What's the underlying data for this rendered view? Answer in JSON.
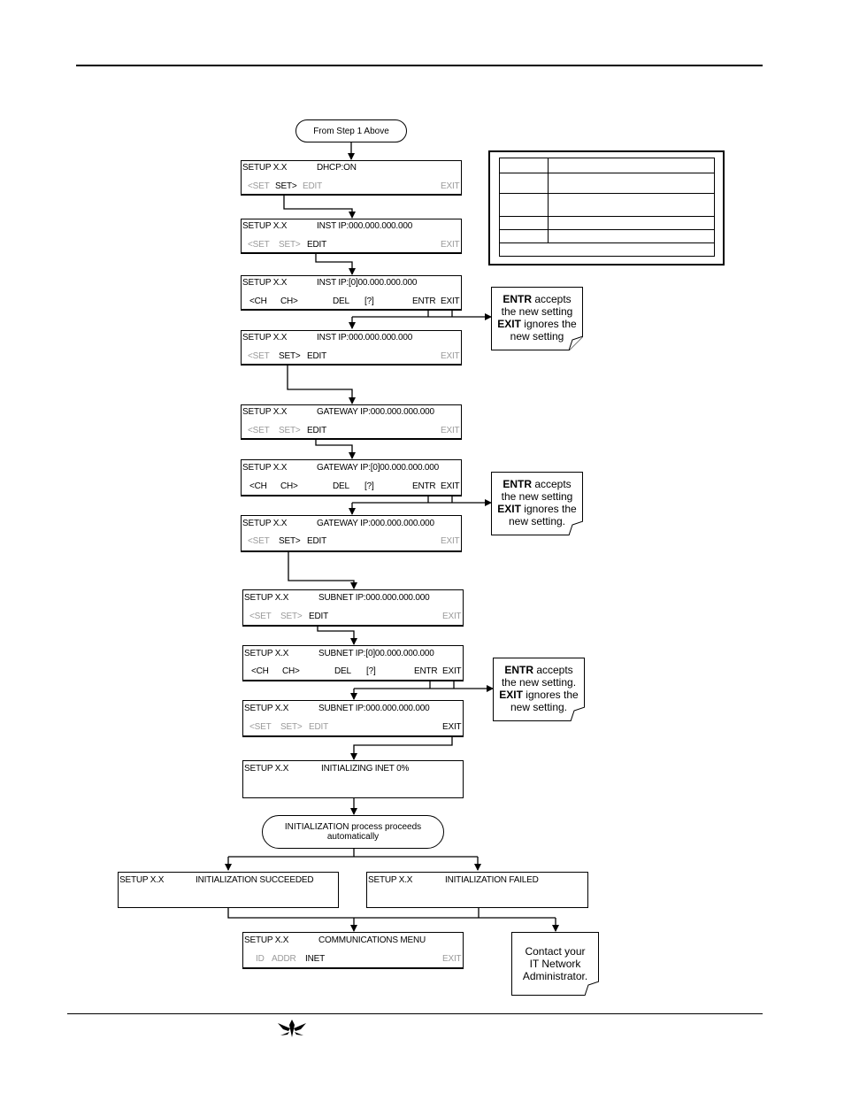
{
  "start_label": "From Step 1 Above",
  "screens": {
    "s1": {
      "left": "SETUP X.X",
      "right": "DHCP:ON",
      "keys": [
        "<SET",
        "SET>",
        "EDIT",
        "EXIT"
      ]
    },
    "s2": {
      "left": "SETUP X.X",
      "right": "INST IP:000.000.000.000",
      "keys": [
        "<SET",
        "SET>",
        "EDIT",
        "EXIT"
      ]
    },
    "s3": {
      "left": "SETUP X.X",
      "right": "INST IP:[0]00.000.000.000",
      "keys": [
        "<CH",
        "CH>",
        "DEL",
        "[?]",
        "ENTR",
        "EXIT"
      ]
    },
    "s4": {
      "left": "SETUP X.X",
      "right": "INST IP:000.000.000.000",
      "keys": [
        "<SET",
        "SET>",
        "EDIT",
        "EXIT"
      ]
    },
    "s5": {
      "left": "SETUP X.X",
      "right": "GATEWAY IP:000.000.000.000",
      "keys": [
        "<SET",
        "SET>",
        "EDIT",
        "EXIT"
      ]
    },
    "s6": {
      "left": "SETUP X.X",
      "right": "GATEWAY IP:[0]00.000.000.000",
      "keys": [
        "<CH",
        "CH>",
        "DEL",
        "[?]",
        "ENTR",
        "EXIT"
      ]
    },
    "s7": {
      "left": "SETUP X.X",
      "right": "GATEWAY IP:000.000.000.000",
      "keys": [
        "<SET",
        "SET>",
        "EDIT",
        "EXIT"
      ]
    },
    "s8": {
      "left": "SETUP X.X",
      "right": "SUBNET IP:000.000.000.000",
      "keys": [
        "<SET",
        "SET>",
        "EDIT",
        "EXIT"
      ]
    },
    "s9": {
      "left": "SETUP X.X",
      "right": "SUBNET IP:[0]00.000.000.000",
      "keys": [
        "<CH",
        "CH>",
        "DEL",
        "[?]",
        "ENTR",
        "EXIT"
      ]
    },
    "s10": {
      "left": "SETUP X.X",
      "right": "SUBNET IP:000.000.000.000",
      "keys": [
        "<SET",
        "SET>",
        "EDIT",
        "EXIT"
      ]
    },
    "s11": {
      "left": "SETUP X.X",
      "right": "INITIALIZING INET 0%"
    },
    "s12": {
      "left": "SETUP X.X",
      "right": "INITIALIZATION SUCCEEDED"
    },
    "s13": {
      "left": "SETUP X.X",
      "right": "INITIALIZATION FAILED"
    },
    "s14": {
      "left": "SETUP X.X",
      "right": "COMMUNICATIONS MENU",
      "keys": [
        "ID",
        "ADDR",
        "INET",
        "EXIT"
      ]
    }
  },
  "process_label": {
    "line1": "INITIALIZATION process proceeds",
    "line2": "automatically"
  },
  "notes": {
    "n1": {
      "k1": "ENTR",
      "t1": " accepts",
      "l2": "the new setting",
      "k3": "EXIT",
      "t3": " ignores the",
      "l4": "new setting"
    },
    "n2": {
      "k1": "ENTR",
      "t1": " accepts",
      "l2": "the new setting",
      "k3": "EXIT",
      "t3": " ignores the",
      "l4": "new setting."
    },
    "n3": {
      "k1": "ENTR",
      "t1": " accepts",
      "l2": "the new setting.",
      "k3": "EXIT",
      "t3": " ignores the",
      "l4": "new setting."
    },
    "contact": {
      "l1": "Contact your",
      "l2": "IT Network",
      "l3": "Administrator."
    }
  }
}
